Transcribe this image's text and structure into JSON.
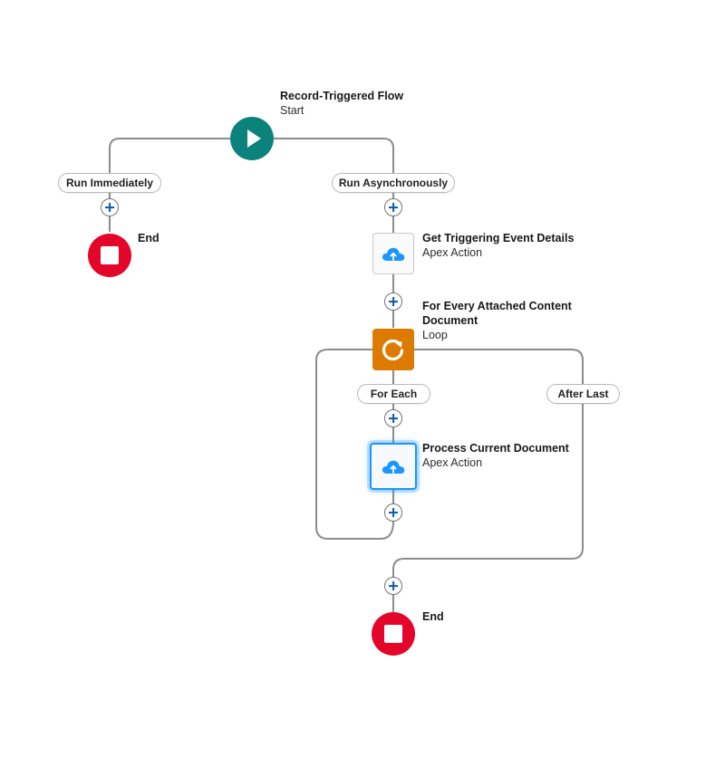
{
  "flow": {
    "start": {
      "title": "Record-Triggered Flow",
      "subtitle": "Start"
    },
    "branches": {
      "run_immediately": "Run Immediately",
      "run_asynchronously": "Run Asynchronously"
    },
    "end_left": {
      "title": "End"
    },
    "get_event_details": {
      "title": "Get Triggering Event Details",
      "subtitle": "Apex Action"
    },
    "loop": {
      "title_line1": "For Every Attached Content",
      "title_line2": "Document",
      "subtitle": "Loop"
    },
    "loop_paths": {
      "for_each": "For Each",
      "after_last": "After Last"
    },
    "process_document": {
      "title": "Process Current Document",
      "subtitle": "Apex Action"
    },
    "end_right": {
      "title": "End"
    }
  },
  "colors": {
    "start": "#0b827c",
    "end": "#e3062a",
    "loop": "#dd7a01",
    "apex_cloud": "#1b96ff",
    "connector": "#8c8c8c",
    "selection": "#1b96ff"
  },
  "icons": {
    "start": "play-icon",
    "end": "stop-icon",
    "apex_action": "cloud-upload-icon",
    "loop": "loop-icon",
    "add": "plus-icon"
  }
}
